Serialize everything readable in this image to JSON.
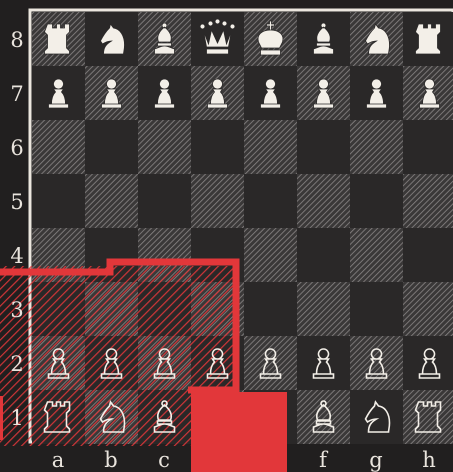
{
  "board": {
    "ranks": [
      "8",
      "7",
      "6",
      "5",
      "4",
      "3",
      "2",
      "1"
    ],
    "files": [
      "a",
      "b",
      "c",
      "",
      "",
      "f",
      "g",
      "h"
    ],
    "light_square_color": "#5a5757",
    "dark_square_color": "#2a2828",
    "hatch_color": "#8c8888",
    "white_piece_color": "#f3efe8",
    "outline_piece_color": "#f3efe8",
    "highlight_color": "#e2373a"
  },
  "pieces": [
    {
      "rank": "8",
      "file": "a",
      "type": "rook",
      "icon": "rook-icon",
      "style": "solid"
    },
    {
      "rank": "8",
      "file": "b",
      "type": "knight",
      "icon": "knight-icon",
      "style": "solid"
    },
    {
      "rank": "8",
      "file": "c",
      "type": "bishop",
      "icon": "bishop-icon",
      "style": "solid"
    },
    {
      "rank": "8",
      "file": "d",
      "type": "queen",
      "icon": "queen-icon",
      "style": "solid"
    },
    {
      "rank": "8",
      "file": "e",
      "type": "king",
      "icon": "king-icon",
      "style": "solid"
    },
    {
      "rank": "8",
      "file": "f",
      "type": "bishop",
      "icon": "bishop-icon",
      "style": "solid"
    },
    {
      "rank": "8",
      "file": "g",
      "type": "knight",
      "icon": "knight-icon",
      "style": "solid"
    },
    {
      "rank": "8",
      "file": "h",
      "type": "rook",
      "icon": "rook-icon",
      "style": "solid"
    },
    {
      "rank": "7",
      "file": "a",
      "type": "pawn",
      "icon": "pawn-icon",
      "style": "solid"
    },
    {
      "rank": "7",
      "file": "b",
      "type": "pawn",
      "icon": "pawn-icon",
      "style": "solid"
    },
    {
      "rank": "7",
      "file": "c",
      "type": "pawn",
      "icon": "pawn-icon",
      "style": "solid"
    },
    {
      "rank": "7",
      "file": "d",
      "type": "pawn",
      "icon": "pawn-icon",
      "style": "solid"
    },
    {
      "rank": "7",
      "file": "e",
      "type": "pawn",
      "icon": "pawn-icon",
      "style": "solid"
    },
    {
      "rank": "7",
      "file": "f",
      "type": "pawn",
      "icon": "pawn-icon",
      "style": "solid"
    },
    {
      "rank": "7",
      "file": "g",
      "type": "pawn",
      "icon": "pawn-icon",
      "style": "solid"
    },
    {
      "rank": "7",
      "file": "h",
      "type": "pawn",
      "icon": "pawn-icon",
      "style": "solid"
    },
    {
      "rank": "2",
      "file": "a",
      "type": "pawn",
      "icon": "pawn-icon",
      "style": "outline"
    },
    {
      "rank": "2",
      "file": "b",
      "type": "pawn",
      "icon": "pawn-icon",
      "style": "outline"
    },
    {
      "rank": "2",
      "file": "c",
      "type": "pawn",
      "icon": "pawn-icon",
      "style": "outline"
    },
    {
      "rank": "2",
      "file": "d",
      "type": "pawn",
      "icon": "pawn-icon",
      "style": "outline"
    },
    {
      "rank": "2",
      "file": "e",
      "type": "pawn",
      "icon": "pawn-icon",
      "style": "outline"
    },
    {
      "rank": "2",
      "file": "f",
      "type": "pawn",
      "icon": "pawn-icon",
      "style": "outline"
    },
    {
      "rank": "2",
      "file": "g",
      "type": "pawn",
      "icon": "pawn-icon",
      "style": "outline"
    },
    {
      "rank": "2",
      "file": "h",
      "type": "pawn",
      "icon": "pawn-icon",
      "style": "outline"
    },
    {
      "rank": "1",
      "file": "a",
      "type": "rook",
      "icon": "rook-icon",
      "style": "outline"
    },
    {
      "rank": "1",
      "file": "b",
      "type": "knight",
      "icon": "knight-icon",
      "style": "outline"
    },
    {
      "rank": "1",
      "file": "c",
      "type": "bishop",
      "icon": "bishop-icon",
      "style": "outline"
    },
    {
      "rank": "1",
      "file": "f",
      "type": "bishop",
      "icon": "bishop-icon",
      "style": "outline"
    },
    {
      "rank": "1",
      "file": "g",
      "type": "knight",
      "icon": "knight-icon",
      "style": "outline"
    },
    {
      "rank": "1",
      "file": "h",
      "type": "rook",
      "icon": "rook-icon",
      "style": "outline"
    }
  ]
}
